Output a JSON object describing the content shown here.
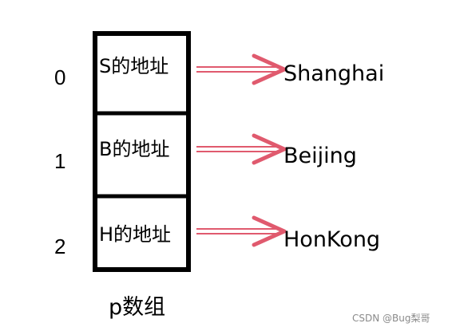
{
  "rows": [
    {
      "index": "0",
      "cell": "S的地址",
      "target": "Shanghai"
    },
    {
      "index": "1",
      "cell": "B的地址",
      "target": "Beijing"
    },
    {
      "index": "2",
      "cell": "H的地址",
      "target": "HonKong"
    }
  ],
  "caption": "p数组",
  "watermark": "CSDN @Bug梨哥",
  "colors": {
    "box_border": "#000000",
    "arrow": "#e05a6e",
    "watermark": "#8a8a8a"
  }
}
